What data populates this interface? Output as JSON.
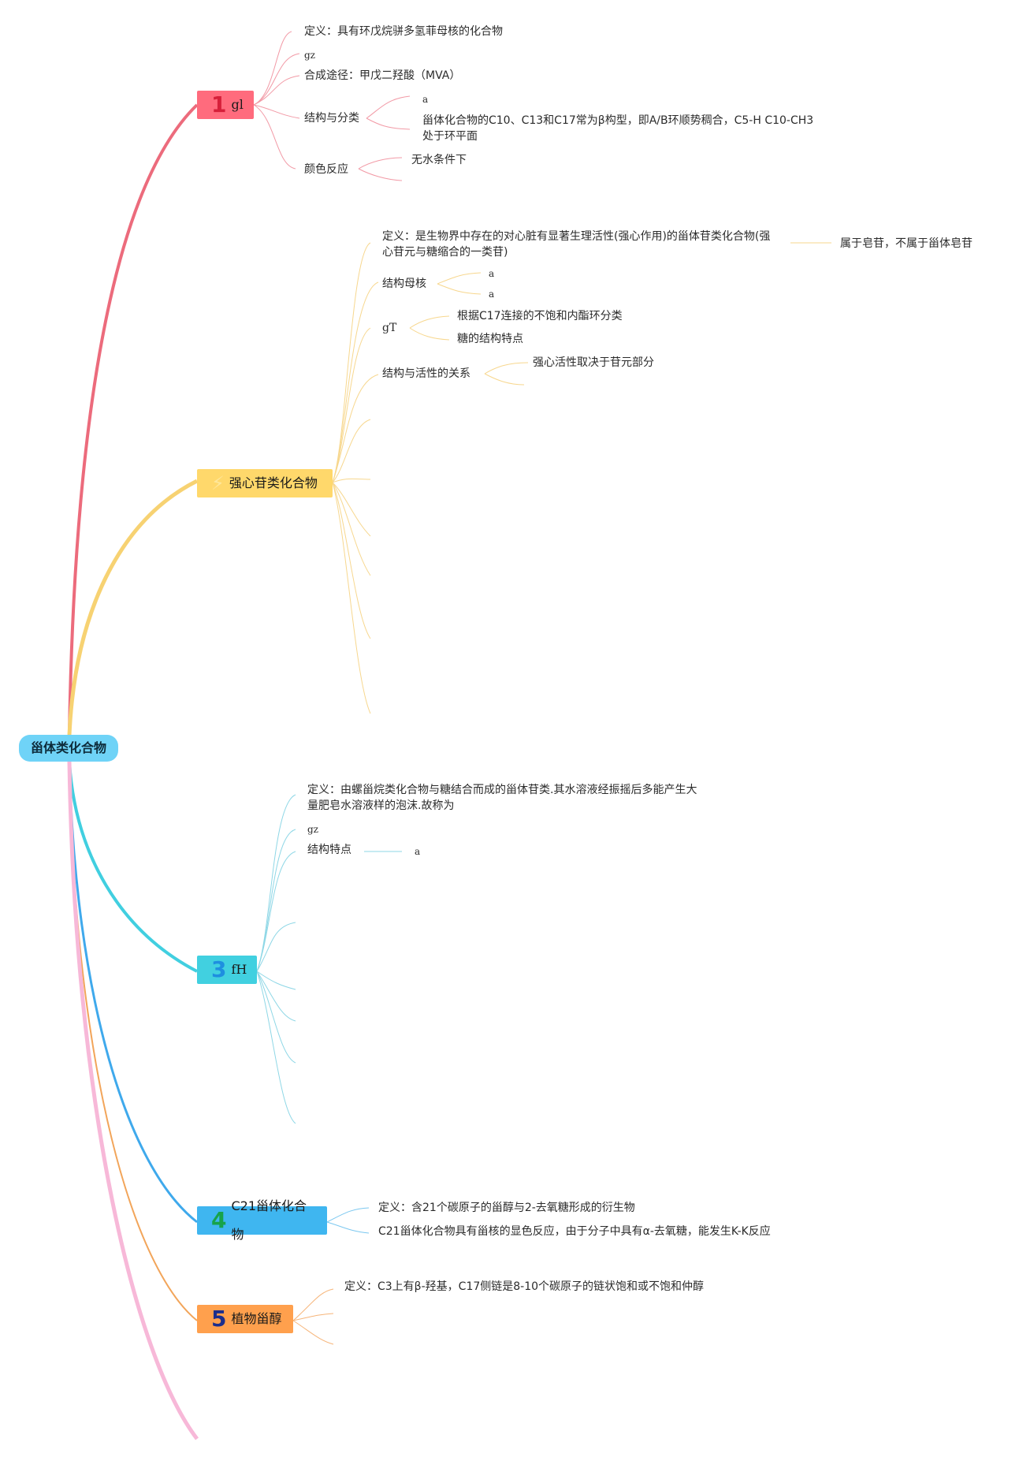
{
  "root": {
    "label": "甾体类化合物",
    "color": "#6fd3f7"
  },
  "branches": [
    {
      "number": "1",
      "label": "gl",
      "color": "#ff6b7d",
      "number_color": "#d6203a",
      "nodes": {
        "definition": "定义：具有环戊烷骈多氢菲母核的化合物",
        "gz": "gz",
        "pathway": "合成途径：甲戊二羟酸（MVA）",
        "structure": "结构与分类",
        "structure_a": "a",
        "structure_detail": "甾体化合物的C10、C13和C17常为β构型，即A/B环顺势稠合，C5-H C10-CH3处于环平面",
        "color_reaction": "颜色反应",
        "color_reaction_detail": "无水条件下"
      }
    },
    {
      "number": "",
      "label": "强心苷类化合物",
      "color": "#ffd86b",
      "nodes": {
        "definition": "定义：是生物界中存在的对心脏有显著生理活性(强心作用)的甾体苷类化合物(强心苷元与糖缩合的一类苷)",
        "definition_note": "属于皂苷，不属于甾体皂苷",
        "nucleus": "结构母核",
        "nucleus_a1": "a",
        "nucleus_a2": "a",
        "gT": "gT",
        "gT_1": "根据C17连接的不饱和内酯环分类",
        "gT_2": "糖的结构特点",
        "activity": "结构与活性的关系",
        "activity_1": "强心活性取决于苷元部分"
      }
    },
    {
      "number": "3",
      "label": "fH",
      "color": "#41d0e0",
      "number_color": "#1e8fe0",
      "nodes": {
        "definition": "定义：由螺甾烷类化合物与糖结合而成的甾体苷类.其水溶液经振摇后多能产生大量肥皂水溶液样的泡沫.故称为",
        "gz": "gz",
        "structure": "结构特点",
        "structure_a": "a"
      }
    },
    {
      "number": "4",
      "label": "C21甾体化合物",
      "color": "#3fb6f0",
      "number_color": "#17a34a",
      "nodes": {
        "definition": "定义：含21个碳原子的甾醇与2-去氧糖形成的衍生物",
        "reaction": "C21甾体化合物具有甾核的显色反应，由于分子中具有α-去氧糖，能发生K-K反应"
      }
    },
    {
      "number": "5",
      "label": "植物甾醇",
      "color": "#ffa04d",
      "number_color": "#1c2e8c",
      "nodes": {
        "definition": "定义：C3上有β-羟基，C17侧链是8-10个碳原子的链状饱和或不饱和仲醇"
      }
    }
  ],
  "extra_branch_color": "#f7b8d8"
}
